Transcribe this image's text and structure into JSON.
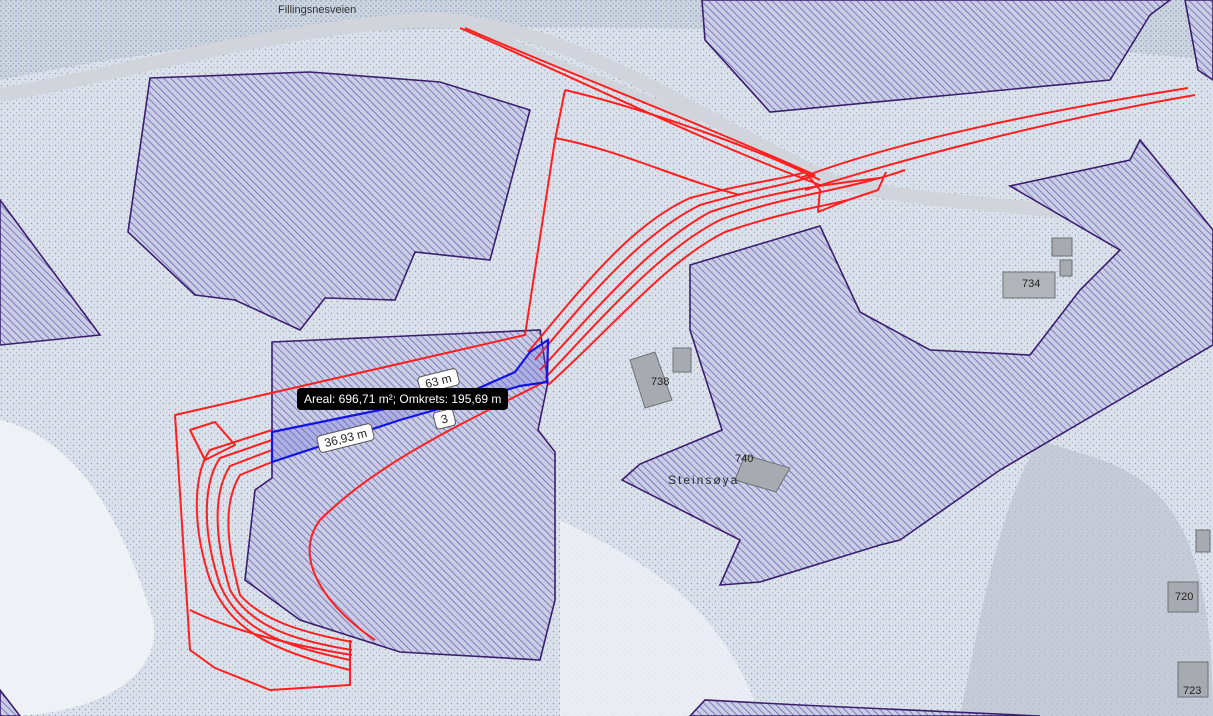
{
  "map": {
    "road_name": "Fillingsnesveien",
    "place_name": "Steinsøya",
    "buildings": [
      {
        "number": "734"
      },
      {
        "number": "738"
      },
      {
        "number": "740"
      },
      {
        "number": "720"
      },
      {
        "number": "723"
      }
    ]
  },
  "measurement": {
    "tooltip": "Areal: 696,71 m²; Omkrets: 195,69 m",
    "segment_label_1": "36,93 m",
    "segment_label_2": "63 m",
    "segment_label_3": "3"
  },
  "colors": {
    "water_light": "#e4e9f0",
    "land": "#cdd6e2",
    "hatch_fill": "#c6c9e2",
    "hatch_line": "#5657a8",
    "polygon_outline": "#3a1f6e",
    "red_lines": "#ff1f1f",
    "measure_outline": "#1313e6",
    "road": "#d2d6dc"
  }
}
